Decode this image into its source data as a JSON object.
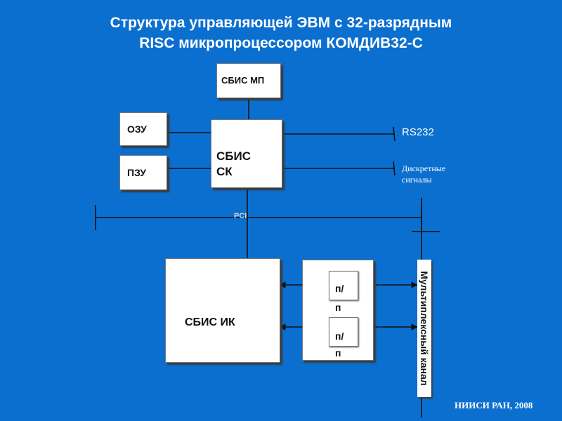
{
  "slide": {
    "title_line1": "Структура управляющей ЭВМ с 32-разрядным",
    "title_line2": "RISC микропроцессором КОМДИВ32-С",
    "footer": "НИИСИ РАН, 2008"
  },
  "blocks": {
    "sbis_mp": "СБИС МП",
    "ozu": "ОЗУ",
    "pzu": "ПЗУ",
    "sbis_sk_line1": "СБИС",
    "sbis_sk_line2": "СК",
    "sbis_ik": "СБИС ИК",
    "pp_top_line1": "п/",
    "pp_top_line2": "п",
    "pp_bottom_line1": "п/",
    "pp_bottom_line2": "п",
    "mux_channel": "Мультиплексный канал"
  },
  "signals": {
    "rs232": "RS232",
    "discrete_line1": "Дискретные",
    "discrete_line2": "сигналы",
    "pci": "PCI"
  },
  "colors": {
    "background": "#0b6fd0",
    "line": "#111111",
    "box": "#ffffff",
    "text_light": "#ffffff",
    "pci_label": "#d7d7d7"
  }
}
